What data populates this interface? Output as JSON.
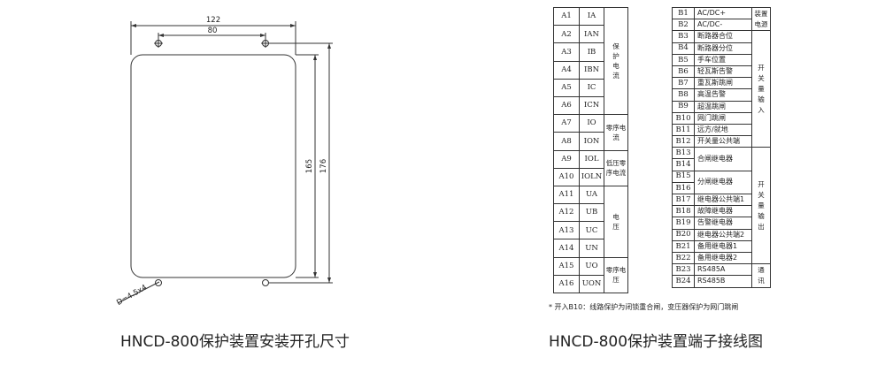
{
  "captions": {
    "left": "HNCD-800保护装置安装开孔尺寸",
    "right": "HNCD-800保护装置端子接线图"
  },
  "mounting_drawing": {
    "dim_outer_width": "122",
    "dim_hole_spacing": "80",
    "dim_inner_height": "165",
    "dim_outer_height": "176",
    "hole_spec": "D=4.5x4"
  },
  "terminal_block_a": {
    "rows": [
      {
        "id": "A1",
        "label": "IA"
      },
      {
        "id": "A2",
        "label": "IAN"
      },
      {
        "id": "A3",
        "label": "IB"
      },
      {
        "id": "A4",
        "label": "IBN"
      },
      {
        "id": "A5",
        "label": "IC"
      },
      {
        "id": "A6",
        "label": "ICN"
      },
      {
        "id": "A7",
        "label": "IO"
      },
      {
        "id": "A8",
        "label": "ION"
      },
      {
        "id": "A9",
        "label": "IOL"
      },
      {
        "id": "A10",
        "label": "IOLN"
      },
      {
        "id": "A11",
        "label": "UA"
      },
      {
        "id": "A12",
        "label": "UB"
      },
      {
        "id": "A13",
        "label": "UC"
      },
      {
        "id": "A14",
        "label": "UN"
      },
      {
        "id": "A15",
        "label": "UO"
      },
      {
        "id": "A16",
        "label": "UON"
      }
    ],
    "groups": {
      "protection_current": [
        "保",
        "护",
        "电",
        "流"
      ],
      "zero_seq_current": "零序电流",
      "low_zero_seq_current": "低压零序电流",
      "voltage": [
        "电",
        "压"
      ],
      "zero_seq_voltage": "零序电压"
    }
  },
  "terminal_block_b": {
    "rows": [
      {
        "id": "B1",
        "label": "AC/DC+"
      },
      {
        "id": "B2",
        "label": "AC/DC-"
      },
      {
        "id": "B3",
        "label": "断路器合位"
      },
      {
        "id": "B4",
        "label": "断路器分位"
      },
      {
        "id": "B5",
        "label": "手车位置"
      },
      {
        "id": "B6",
        "label": "轻瓦斯告警"
      },
      {
        "id": "B7",
        "label": "重瓦斯跳闸"
      },
      {
        "id": "B8",
        "label": "高温告警"
      },
      {
        "id": "B9",
        "label": "超温跳闸"
      },
      {
        "id": "B10",
        "label": "网门跳闸"
      },
      {
        "id": "B11",
        "label": "远方/就地"
      },
      {
        "id": "B12",
        "label": "开关量公共端"
      },
      {
        "id": "B13",
        "label": ""
      },
      {
        "id": "B14",
        "label": ""
      },
      {
        "id": "B15",
        "label": ""
      },
      {
        "id": "B16",
        "label": ""
      },
      {
        "id": "B17",
        "label": "继电器公共端1"
      },
      {
        "id": "B18",
        "label": "故障继电器"
      },
      {
        "id": "B19",
        "label": "告警继电器"
      },
      {
        "id": "B20",
        "label": "继电器公共端2"
      },
      {
        "id": "B21",
        "label": "备用继电器1"
      },
      {
        "id": "B22",
        "label": "备用继电器2"
      },
      {
        "id": "B23",
        "label": "RS485A"
      },
      {
        "id": "B24",
        "label": "RS485B"
      }
    ],
    "merged_labels": {
      "b13_14": "合闸继电器",
      "b15_16": "分闸继电器"
    },
    "groups": {
      "power": "装置电源",
      "switch_input": [
        "开",
        "关",
        "量",
        "输",
        "入"
      ],
      "switch_output": [
        "开",
        "关",
        "量",
        "输",
        "出"
      ],
      "comm": [
        "通",
        "讯"
      ]
    }
  },
  "note": "* 开入B10：线路保护为闭锁重合闸，变压器保护为网门跳闸"
}
